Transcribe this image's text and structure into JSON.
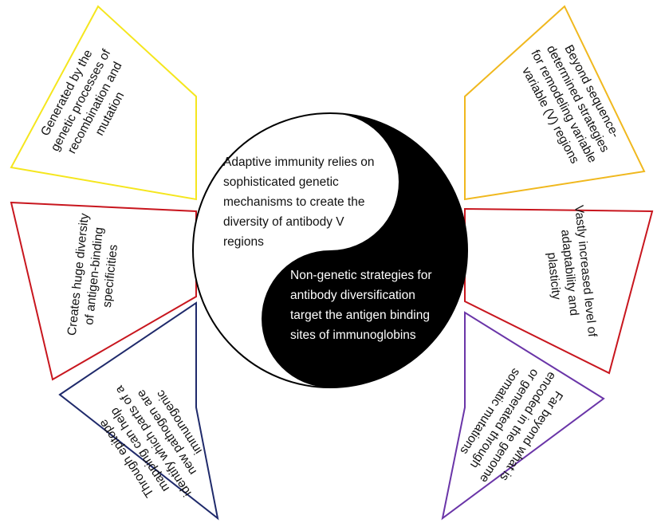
{
  "center": {
    "light_text": [
      "Adaptive immunity relies on",
      "sophisticated genetic",
      "mechanisms to create the",
      "diversity of antibody V",
      "regions"
    ],
    "dark_text": [
      "Non-genetic strategies for",
      "antibody diversification",
      "target the antigen binding",
      "sites of immunoglobins"
    ]
  },
  "triangles": [
    {
      "id": "left-top",
      "color": "#f5e61e",
      "lines": [
        "Generated by the",
        "genetic processes of",
        "recombination and",
        "mutation"
      ]
    },
    {
      "id": "left-middle",
      "color": "#c8161e",
      "lines": [
        "Creates huge diversity",
        "of antigen-binding",
        "specificities"
      ]
    },
    {
      "id": "left-bottom",
      "color": "#1f2a6b",
      "lines": [
        "Through epitope",
        "mapping can help",
        "identify which parts of a",
        "new pathogen are",
        "immunogenic"
      ]
    },
    {
      "id": "right-top",
      "color": "#f0b81e",
      "lines": [
        "Beyond sequence-",
        "determined strategies",
        "for remodeling variable",
        "variable (V) regions"
      ]
    },
    {
      "id": "right-middle",
      "color": "#c8161e",
      "lines": [
        "Vastly increased level of",
        "adaptability and",
        "plasticity"
      ]
    },
    {
      "id": "right-bottom",
      "color": "#6a35a8",
      "lines": [
        "Far beyond what is",
        "encoded in the genome",
        "or generated through",
        "somatic mutations"
      ]
    }
  ]
}
